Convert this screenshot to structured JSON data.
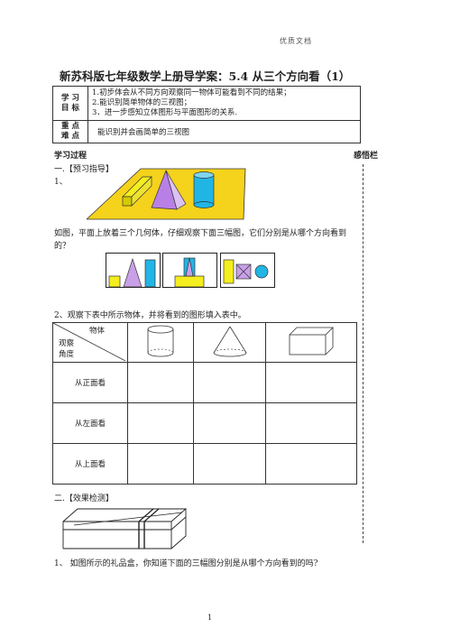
{
  "header": {
    "watermark": "优质文档"
  },
  "title": "新苏科版七年级数学上册导学案：5.4 从三个方向看（1）",
  "objectives": {
    "label_a": "学 习",
    "label_b": "目 标",
    "items": [
      "1.初步体会从不同方向观察同一物体可能看到不同的结果；",
      "2.能识别简单物体的三视图；",
      "3．进一步感知立体图形与平面图形的关系."
    ]
  },
  "keypoints": {
    "label_a": "重 点",
    "label_b": "难 点",
    "text": "能识别并会画简单的三视图"
  },
  "process_label": "学习过程",
  "margin_label": "感悟栏",
  "section1": {
    "heading": "一.【预习指导】",
    "item1": "1、",
    "question1": "如图，平面上放着三个几何体，仔细观察下面三幅图，它们分别是从哪个方向看到的？",
    "item2": "2、观察下表中所示物体，并将看到的图形填入表中。"
  },
  "view_table": {
    "diag_top": "物体",
    "diag_bottom_a": "观察",
    "diag_bottom_b": "角度",
    "rows": [
      "从正面看",
      "从左面看",
      "从上面看"
    ]
  },
  "section2": {
    "heading": "二.【效果检测】",
    "question1": "1、 如图所示的礼品盒，你知道下面的三幅图分别是从哪个方向看到的吗?"
  },
  "page_number": "1",
  "colors": {
    "plane": "#f5d21b",
    "prism": "#f5ee1e",
    "cone": "#c9a0e8",
    "cylinder": "#21b5e6"
  }
}
